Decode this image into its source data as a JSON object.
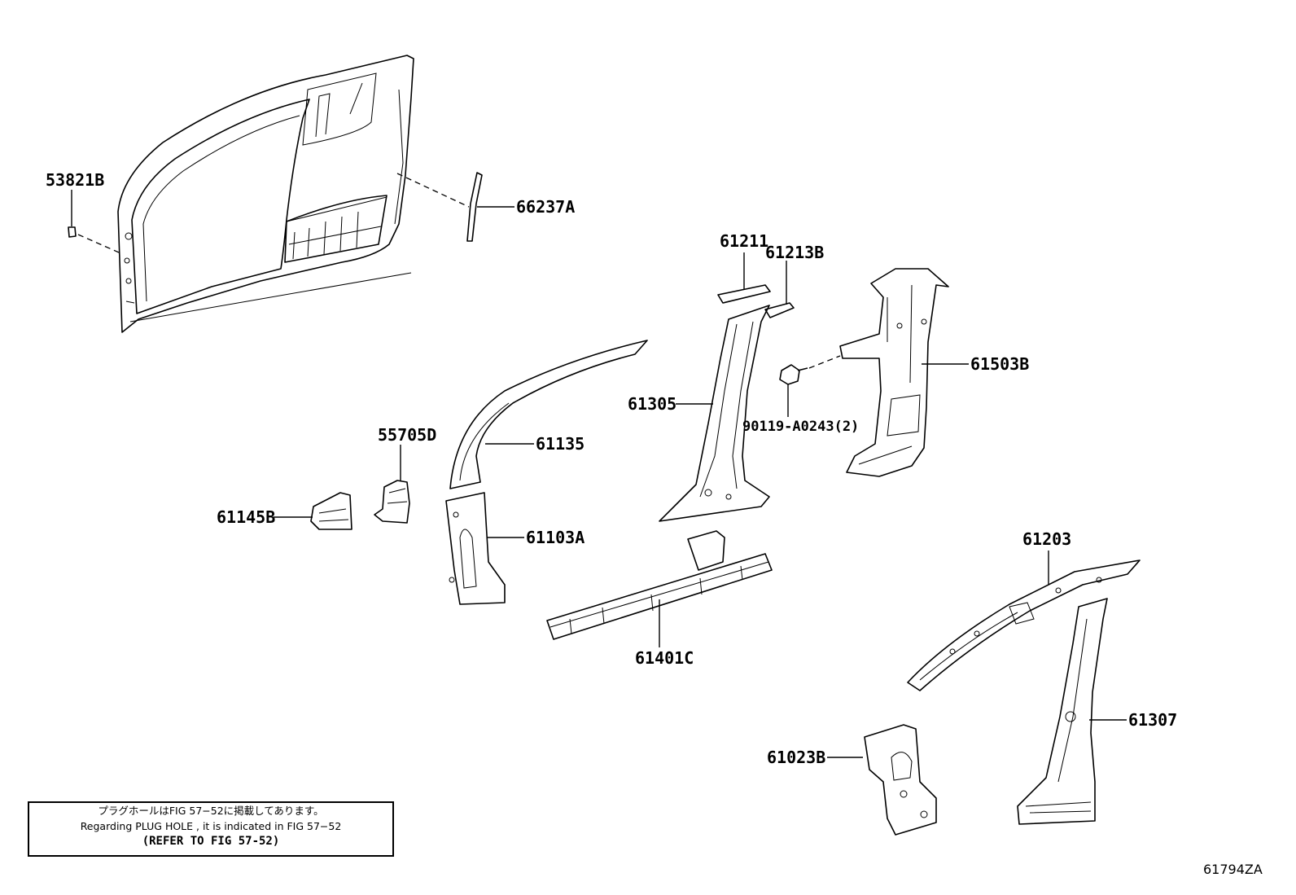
{
  "diagram": {
    "parts": [
      {
        "id": "53821B",
        "label": "53821B"
      },
      {
        "id": "66237A",
        "label": "66237A"
      },
      {
        "id": "61211",
        "label": "61211"
      },
      {
        "id": "61213B",
        "label": "61213B"
      },
      {
        "id": "61503B",
        "label": "61503B"
      },
      {
        "id": "61305",
        "label": "61305"
      },
      {
        "id": "90119-A0243",
        "label": "90119-A0243(2)"
      },
      {
        "id": "55705D",
        "label": "55705D"
      },
      {
        "id": "61135",
        "label": "61135"
      },
      {
        "id": "61145B",
        "label": "61145B"
      },
      {
        "id": "61103A",
        "label": "61103A"
      },
      {
        "id": "61203",
        "label": "61203"
      },
      {
        "id": "61401C",
        "label": "61401C"
      },
      {
        "id": "61307",
        "label": "61307"
      },
      {
        "id": "61023B",
        "label": "61023B"
      }
    ],
    "note": {
      "line_jp": "プラグホールはFIG 57−52に掲載してあります。",
      "line_en": "Regarding  PLUG  HOLE , it is indicated in FIG  57−52",
      "line_ref": "(REFER TO FIG 57-52)"
    },
    "figure_id": "61794ZA"
  }
}
